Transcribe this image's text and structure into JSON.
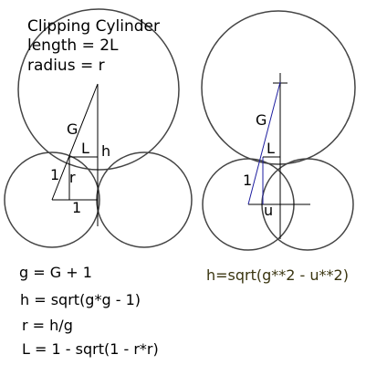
{
  "left_panel": {
    "title": "Clipping Cylinder",
    "length_label": "length = 2L",
    "radius_label": "radius = r",
    "labels": {
      "G": "G",
      "L": "L",
      "h": "h",
      "one_hyp": "1",
      "r": "r",
      "one_base": "1"
    }
  },
  "right_panel": {
    "labels": {
      "G": "G",
      "L": "L",
      "one": "1",
      "u": "u"
    },
    "formula": "h=sqrt(g**2 - u**2)"
  },
  "equations": [
    "g = G + 1",
    "h = sqrt(g*g - 1)",
    "r = h/g",
    "L = 1 - sqrt(1 - r*r)"
  ],
  "colors": {
    "stroke": "#000000",
    "circle": "#444444",
    "blue_accent": "#1e1ea0",
    "formula_text": "#3a3510"
  }
}
